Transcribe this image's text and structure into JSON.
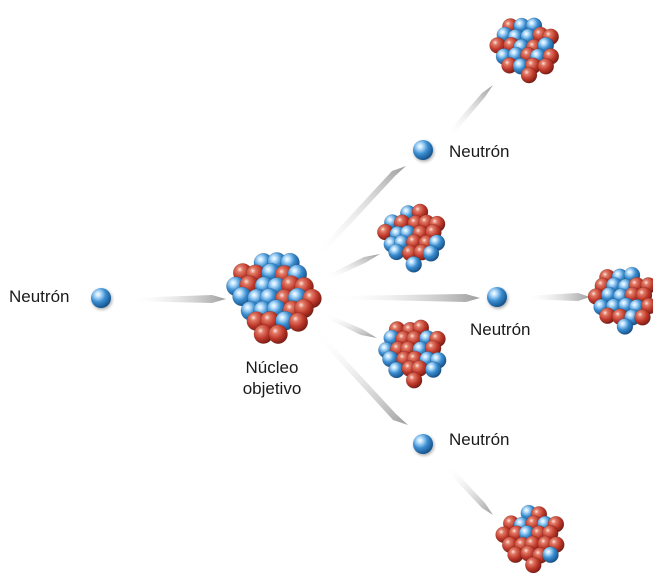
{
  "labels": {
    "incoming_neutron": "Neutrón",
    "target_nucleus_line1": "Núcleo",
    "target_nucleus_line2": "objetivo",
    "neutron_top": "Neutrón",
    "neutron_middle": "Neutrón",
    "neutron_bottom": "Neutrón"
  },
  "colors": {
    "proton": "#c0392b",
    "neutron": "#2e7fbf",
    "arrow": "#a8a8a8"
  },
  "icons": {
    "neutron": "blue-sphere",
    "nucleus": "red-blue-sphere-cluster"
  }
}
